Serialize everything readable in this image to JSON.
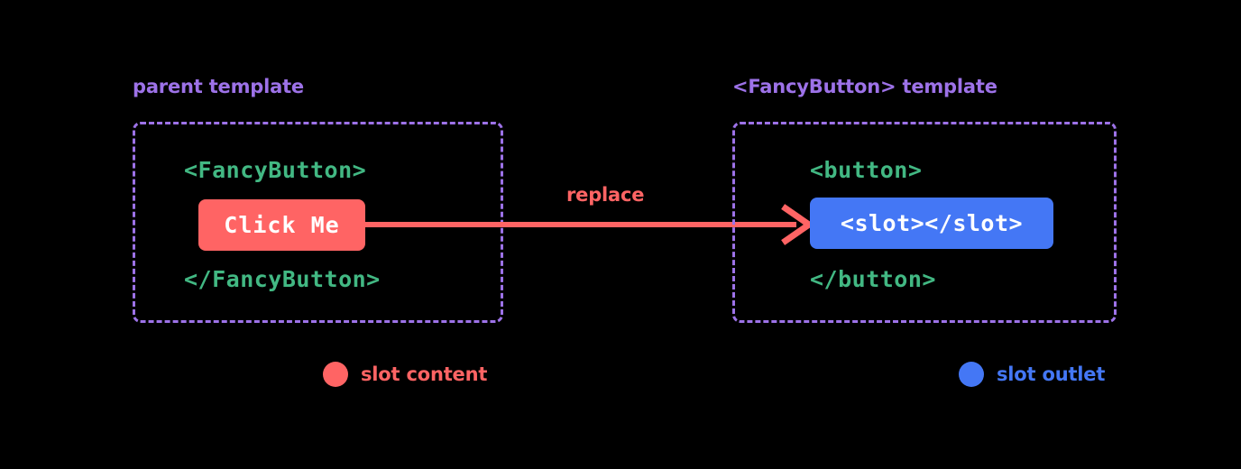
{
  "diagram": {
    "title": "Vue slot content replacement diagram",
    "background_color": "#000000",
    "colors": {
      "heading_purple": "#9d72e8",
      "code_green": "#42b883",
      "slot_content_coral": "#ff6464",
      "slot_outlet_blue": "#4477f5",
      "chip_text": "#ffffff"
    }
  },
  "panels": {
    "parent": {
      "heading": "parent template",
      "code_open": "<FancyButton>",
      "code_close": "</FancyButton>",
      "chip_label": "Click Me"
    },
    "fancybutton": {
      "heading": "<FancyButton> template",
      "code_open": "<button>",
      "code_close": "</button>",
      "chip_label": "<slot></slot>"
    }
  },
  "arrow": {
    "label": "replace",
    "color": "#ff6464",
    "direction": "left-to-right"
  },
  "legend": {
    "items": [
      {
        "label": "slot content",
        "color": "#ff6464"
      },
      {
        "label": "slot outlet",
        "color": "#4477f5"
      }
    ]
  }
}
